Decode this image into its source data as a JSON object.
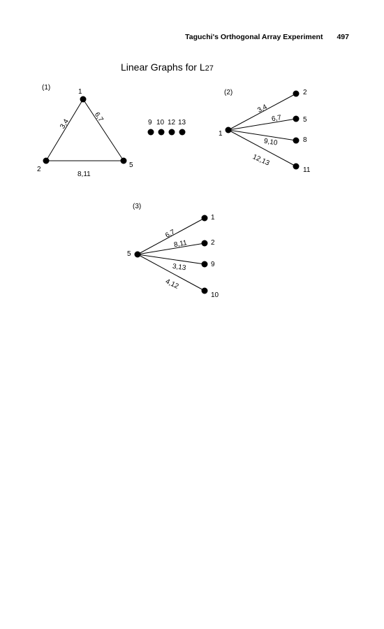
{
  "header": {
    "running_title": "Taguchi's Orthogonal Array Experiment",
    "page_number": "497"
  },
  "figure": {
    "title_main": "Linear Graphs for L",
    "title_sub": "27"
  },
  "graphs": [
    {
      "label": "(1)",
      "nodes": [
        "1",
        "2",
        "5"
      ],
      "edges": [
        "3,4",
        "6,7",
        "8,11"
      ]
    },
    {
      "label": "",
      "nodes": [
        "9",
        "10",
        "12",
        "13"
      ],
      "edges": []
    },
    {
      "label": "(2)",
      "nodes": [
        "1",
        "2",
        "5",
        "8",
        "11"
      ],
      "edges": [
        "3,4",
        "6,7",
        "9,10",
        "12,13"
      ]
    },
    {
      "label": "(3)",
      "nodes": [
        "5",
        "1",
        "2",
        "9",
        "10"
      ],
      "edges": [
        "6,7",
        "8,11",
        "3,13",
        "4,12"
      ]
    }
  ]
}
